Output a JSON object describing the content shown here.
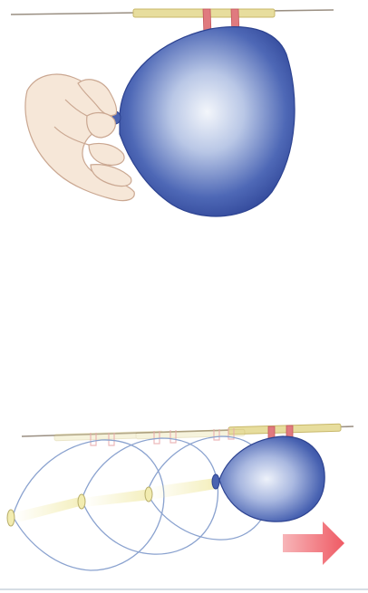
{
  "illustration": {
    "top_panel": {
      "elements": [
        "string-line",
        "straw",
        "tape-strip-left",
        "tape-strip-right",
        "balloon",
        "hand-pinching-neck"
      ]
    },
    "bottom_panel": {
      "elements": [
        "string-line",
        "straw",
        "tape-strips",
        "balloon-ghost-frames",
        "air-jet",
        "balloon",
        "motion-arrow"
      ],
      "motion_direction": "right",
      "ghost_frame_count": 3
    }
  },
  "colors": {
    "balloon_blue": "#3f59ad",
    "balloon_highlight": "#e9eef8",
    "tape_red": "#e07a7f",
    "straw": "#e7dd9d",
    "string": "#9a8f82",
    "skin": "#f6e7d8",
    "skin_outline": "#caa791",
    "ghost_outline": "#8aa2cf",
    "air_jet": "#f2ecb0",
    "arrow_red": "#f0606a"
  }
}
